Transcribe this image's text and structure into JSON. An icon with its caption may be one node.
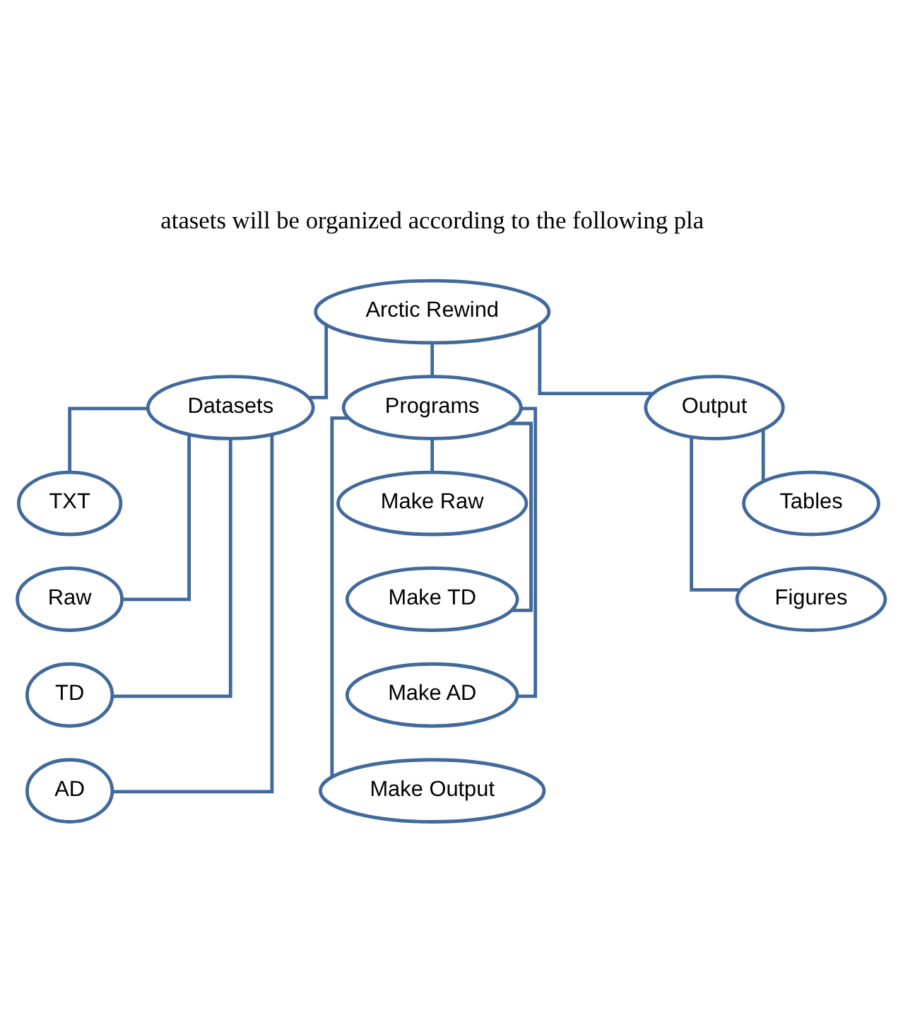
{
  "diagram": {
    "nodes": [
      {
        "text": [
          "Arctic Rewind"
        ]
      },
      {
        "text": [
          "Datasets"
        ]
      },
      {
        "text": [
          "Programs"
        ]
      },
      {
        "text": [
          "Output"
        ]
      },
      {
        "text": [
          "TXT"
        ]
      },
      {
        "text": [
          "Raw"
        ]
      },
      {
        "text": [
          "TD"
        ]
      },
      {
        "text": [
          "AD"
        ]
      },
      {
        "text": [
          "Make Raw"
        ]
      },
      {
        "text": [
          "Make TD"
        ]
      },
      {
        "text": [
          "Make AD"
        ]
      },
      {
        "text": [
          "Make Output"
        ]
      },
      {
        "text": [
          "Tables"
        ]
      },
      {
        "text": [
          "Figures"
        ]
      }
    ],
    "edges": [
      {
        "from": 0,
        "to": 1,
        "arrow": "none"
      },
      {
        "from": 0,
        "to": 2,
        "arrow": "none"
      },
      {
        "from": 0,
        "to": 3,
        "arrow": "none"
      },
      {
        "from": 1,
        "to": 4,
        "arrow": "none"
      },
      {
        "from": 1,
        "to": 5,
        "arrow": "none"
      },
      {
        "from": 1,
        "to": 6,
        "arrow": "none"
      },
      {
        "from": 1,
        "to": 7,
        "arrow": "none"
      },
      {
        "from": 2,
        "to": 8,
        "arrow": "none"
      },
      {
        "from": 2,
        "to": 9,
        "arrow": "none"
      },
      {
        "from": 2,
        "to": 10,
        "arrow": "none"
      },
      {
        "from": 2,
        "to": 11,
        "arrow": "none"
      },
      {
        "from": 3,
        "to": 12,
        "arrow": "none"
      },
      {
        "from": 3,
        "to": 13,
        "arrow": "none"
      }
    ],
    "labels": [
      "atasets will be organized according to the following pla"
    ]
  }
}
